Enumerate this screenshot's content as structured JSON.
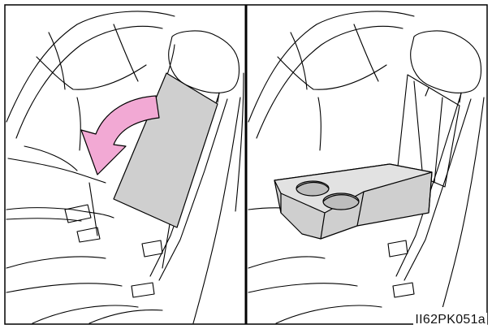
{
  "figure": {
    "code": "II62PK051a",
    "panels": [
      {
        "id": "left",
        "state": "armrest-stowed",
        "arrow": "fold-down-arrow"
      },
      {
        "id": "right",
        "state": "armrest-lowered-cupholders"
      }
    ],
    "colors": {
      "line": "#000000",
      "panel_fill": "#cfcfcf",
      "armrest_fill": "#cfcfcf",
      "arrow_fill": "#f2a9d4",
      "background": "#ffffff"
    }
  }
}
